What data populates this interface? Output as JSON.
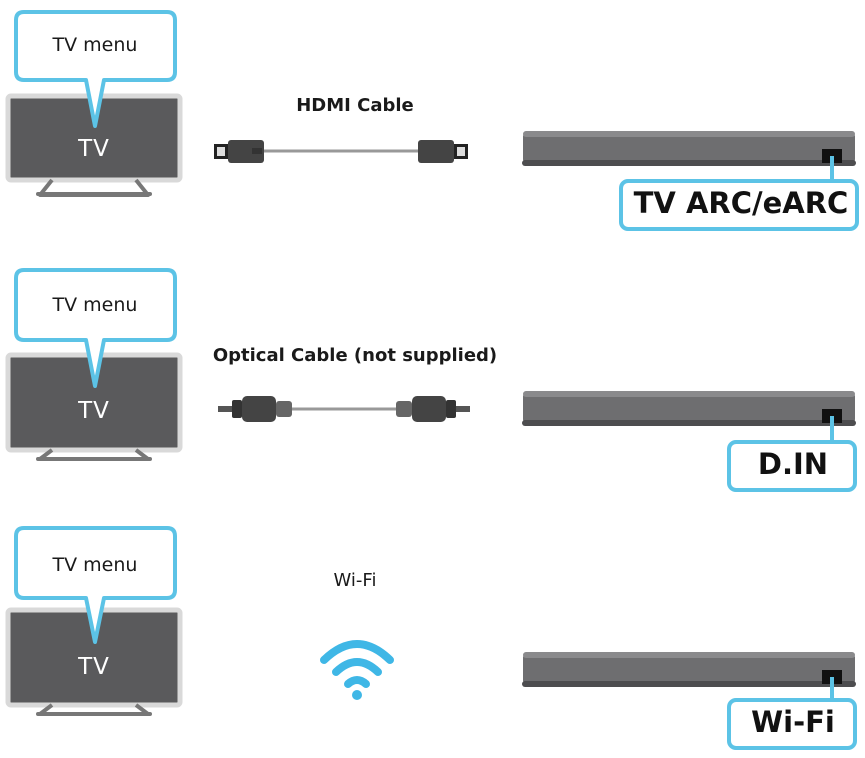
{
  "colors": {
    "callout_border": "#5cc3e6",
    "tv_screen": "#5a5a5c",
    "soundbar_body": "#6e6e70",
    "wifi": "#3fb7e6"
  },
  "rows": [
    {
      "tv_menu_label": "TV menu",
      "tv_label": "TV",
      "connection_label": "HDMI Cable",
      "connection_icon": "hdmi-cable-icon",
      "port_label": "TV ARC/eARC"
    },
    {
      "tv_menu_label": "TV menu",
      "tv_label": "TV",
      "connection_label": "Optical Cable (not supplied)",
      "connection_icon": "optical-cable-icon",
      "port_label": "D.IN"
    },
    {
      "tv_menu_label": "TV menu",
      "tv_label": "TV",
      "connection_label": "Wi-Fi",
      "connection_icon": "wifi-icon",
      "port_label": "Wi-Fi"
    }
  ]
}
